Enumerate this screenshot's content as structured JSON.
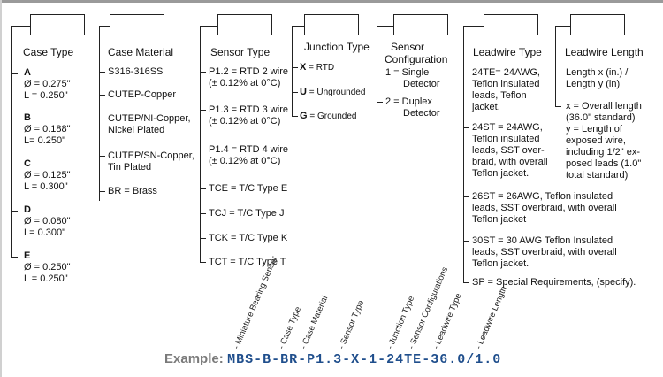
{
  "columns": {
    "case_type": {
      "header": "Case Type",
      "options": [
        {
          "code": "A",
          "d": "Ø = 0.275\"",
          "l": "L = 0.250\""
        },
        {
          "code": "B",
          "d": "Ø = 0.188\"",
          "l": "L= 0.250\""
        },
        {
          "code": "C",
          "d": "Ø = 0.125\"",
          "l": "L = 0.300\""
        },
        {
          "code": "D",
          "d": "Ø = 0.080\"",
          "l": "L= 0.300\""
        },
        {
          "code": "E",
          "d": "Ø = 0.250\"",
          "l": "L = 0.250\""
        }
      ]
    },
    "case_material": {
      "header": "Case Material",
      "options": [
        "S316-316SS",
        "CUTEP-Copper",
        "CUTEP/NI-Copper,",
        "Nickel Plated",
        "CUTEP/SN-Copper,",
        "Tin Plated",
        "BR = Brass"
      ]
    },
    "sensor_type": {
      "header": "Sensor Type",
      "options": [
        "P1.2 = RTD 2 wire",
        "(± 0.12% at 0°C)",
        "P1.3 = RTD 3 wire",
        "(± 0.12% at 0°C)",
        "P1.4 = RTD 4 wire",
        "(± 0.12% at 0°C)",
        "TCE = T/C Type E",
        "TCJ = T/C Type J",
        "TCK = T/C Type K",
        "TCT = T/C Type T"
      ]
    },
    "junction_type": {
      "header": "Junction Type",
      "options": [
        {
          "code": "X",
          "text": " = RTD"
        },
        {
          "code": "U",
          "text": " = Ungrounded"
        },
        {
          "code": "G",
          "text": " = Grounded"
        }
      ]
    },
    "sensor_configuration": {
      "header_line1": "Sensor",
      "header_line2": "Configuration",
      "options": [
        "1 = Single",
        "Detector",
        "2 = Duplex",
        "Detector"
      ]
    },
    "leadwire_type": {
      "header": "Leadwire Type",
      "options": [
        "24TE= 24AWG,",
        "Teflon insulated",
        "leads, Teflon",
        "jacket.",
        "24ST = 24AWG,",
        "Teflon insulated",
        "leads, SST over-",
        "braid, with overall",
        "Teflon jacket.",
        "26ST = 26AWG, Teflon insulated",
        "leads, SST overbraid, with overall",
        "Teflon jacket",
        "30ST = 30 AWG Teflon Insulated",
        "leads, SST overbraid, with overall",
        "Teflon jacket.",
        "SP = Special Requirements, (specify)."
      ]
    },
    "leadwire_length": {
      "header": "Leadwire Length",
      "options": [
        "Length x (in.) /",
        "Length y (in)",
        "x = Overall length",
        "(36.0\" standard)",
        "y = Length of",
        "exposed wire,",
        "including 1/2\" ex-",
        "posed leads (1.0\"",
        "total standard)"
      ]
    }
  },
  "rotated_labels": [
    "- Miniature Bearing Sensor",
    "- Case Type",
    "- Case Material",
    "- Sensor Type",
    "- Junction Type",
    "- Sensor Configurations",
    "- Leadwire Type",
    "- Leadwire Length"
  ],
  "example": {
    "label": "Example:",
    "code": "MBS-B-BR-P1.3-X-1-24TE-36.0/1.0"
  }
}
